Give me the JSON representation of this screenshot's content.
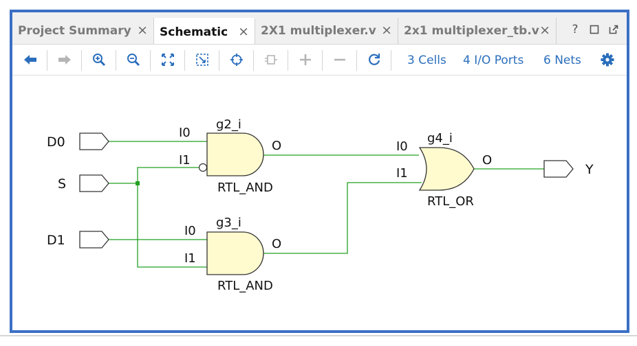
{
  "tabs": [
    {
      "label": "Project Summary",
      "active": false
    },
    {
      "label": "Schematic",
      "active": true
    },
    {
      "label": "2X1 multiplexer.v",
      "active": false
    },
    {
      "label": "2x1 multiplexer_tb.v",
      "active": false
    }
  ],
  "tab_close_glyph": "×",
  "window_controls": {
    "help": "?"
  },
  "toolbar": {
    "icons": [
      "back-arrow-icon",
      "forward-arrow-icon",
      "zoom-in-icon",
      "zoom-out-icon",
      "fit-view-icon",
      "fit-selection-icon",
      "target-icon",
      "split-cell-icon",
      "expand-icon",
      "collapse-icon",
      "refresh-icon",
      "gear-icon"
    ],
    "cells_label": "3 Cells",
    "ports_label": "4 I/O Ports",
    "nets_label": "6 Nets"
  },
  "schematic": {
    "ports": {
      "d0": "D0",
      "s": "S",
      "d1": "D1",
      "y": "Y"
    },
    "g2": {
      "name": "g2_i",
      "type": "RTL_AND",
      "in0": "I0",
      "in1": "I1",
      "out": "O"
    },
    "g3": {
      "name": "g3_i",
      "type": "RTL_AND",
      "in0": "I0",
      "in1": "I1",
      "out": "O"
    },
    "g4": {
      "name": "g4_i",
      "type": "RTL_OR",
      "in0": "I0",
      "in1": "I1",
      "out": "O"
    }
  },
  "colors": {
    "frame": "#3b6fc5",
    "wire": "#22a022",
    "gate_fill": "#fffbcf",
    "link": "#2a6ebd",
    "icon": "#2a6ebd",
    "icon_disabled": "#b5b5b5"
  }
}
